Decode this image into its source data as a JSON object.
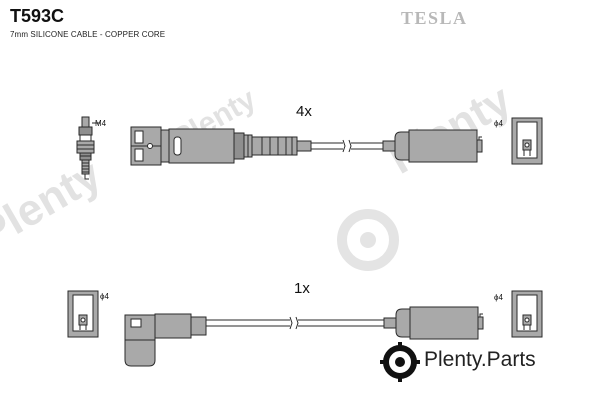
{
  "header": {
    "part_number": "T593C",
    "subtitle": "7mm SILICONE CABLE - COPPER CORE",
    "brand": "TESLA"
  },
  "upper_set": {
    "quantity": "4x",
    "plug_thread": "M4",
    "end_diameter": "ϕ4"
  },
  "lower_set": {
    "quantity": "1x",
    "left_diameter": "ϕ4",
    "right_diameter": "ϕ4"
  },
  "watermark": {
    "brand": "Plenty",
    "suffix": ".Parts"
  },
  "colors": {
    "part_fill": "#a9a9a9",
    "outline": "#2a2a2a",
    "watermark": "#dcdcdc"
  }
}
